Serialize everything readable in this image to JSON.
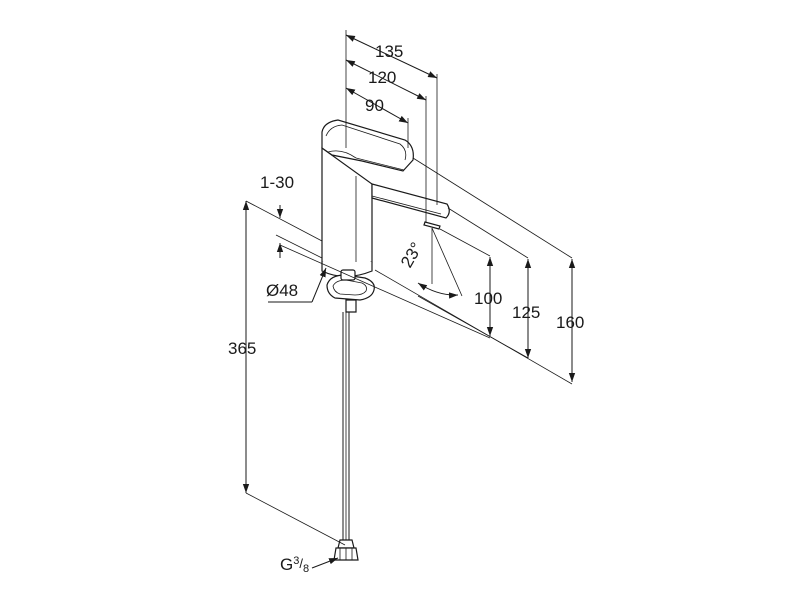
{
  "diagram": {
    "dimensions": {
      "spout_reach_long": "135",
      "spout_reach_mid": "120",
      "spout_reach_short": "90",
      "deck_thickness": "1-30",
      "base_diameter": "Ø48",
      "outlet_height": "100",
      "spout_height": "125",
      "total_height": "160",
      "hose_length": "365",
      "spout_angle": "23°",
      "connection_thread": "G",
      "connection_fraction_num": "3",
      "connection_fraction_den": "8"
    },
    "colors": {
      "line": "#1a1a1a",
      "background": "#ffffff"
    }
  }
}
